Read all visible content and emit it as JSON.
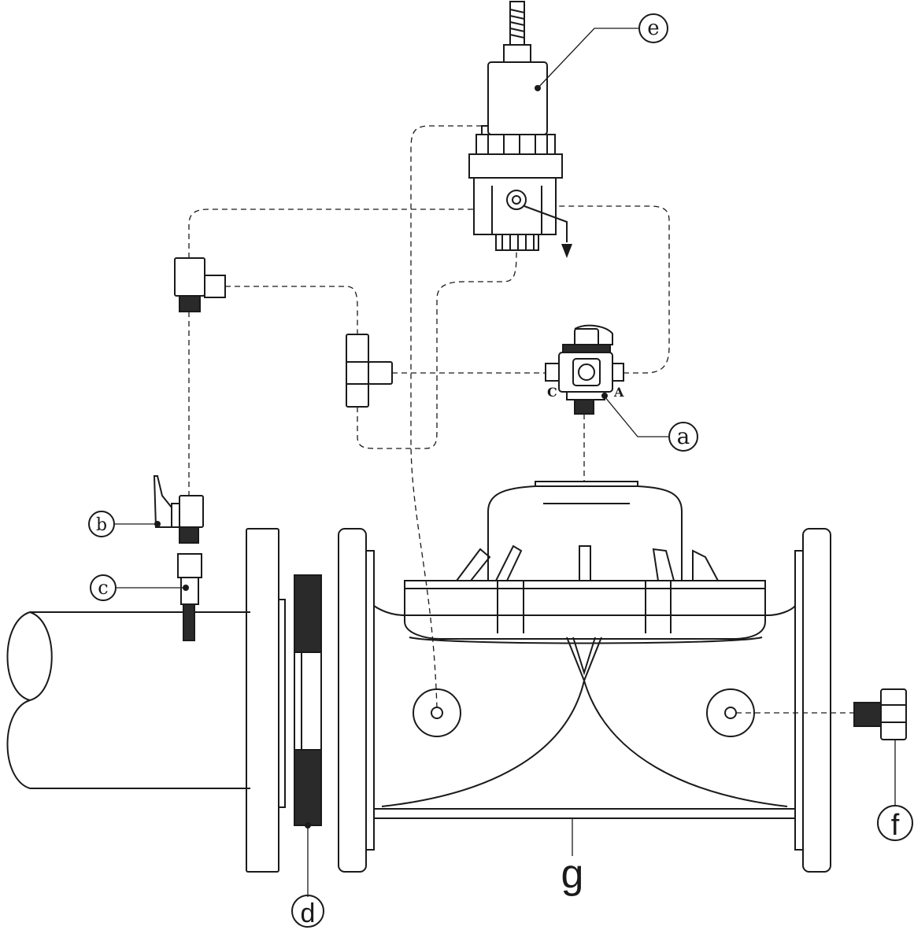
{
  "diagram": {
    "callouts": {
      "a": "a",
      "b": "b",
      "c": "c",
      "d": "d",
      "e": "e",
      "f": "f",
      "g": "g"
    },
    "port_labels": {
      "port_c": "C",
      "port_a": "A"
    }
  },
  "colors": {
    "line": "#1a1a1a",
    "fill_dark": "#2a2a2a",
    "background": "#ffffff"
  }
}
